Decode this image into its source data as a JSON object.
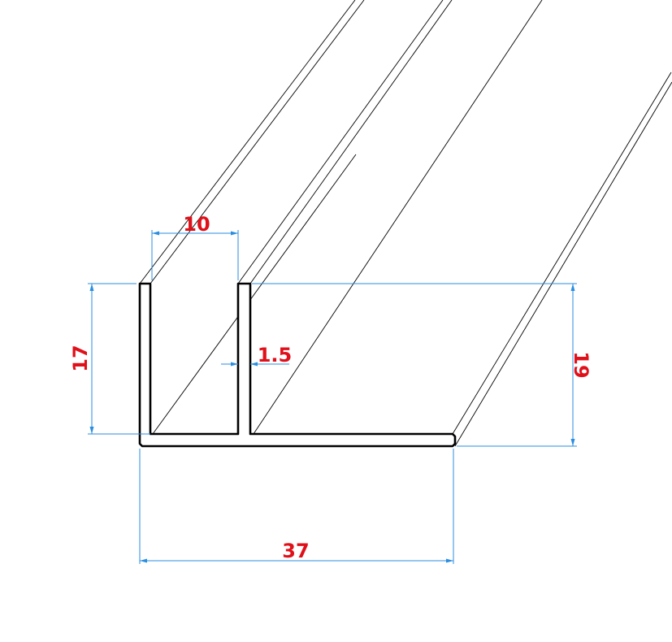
{
  "colors": {
    "dimension_line": "#2a8ee0",
    "dimension_text": "#e0101a",
    "outline": "#000000",
    "background": "#ffffff"
  },
  "dimensions": {
    "gap_width": "10",
    "left_height": "17",
    "wall_thickness": "1.5",
    "right_height": "19",
    "total_width": "37"
  }
}
